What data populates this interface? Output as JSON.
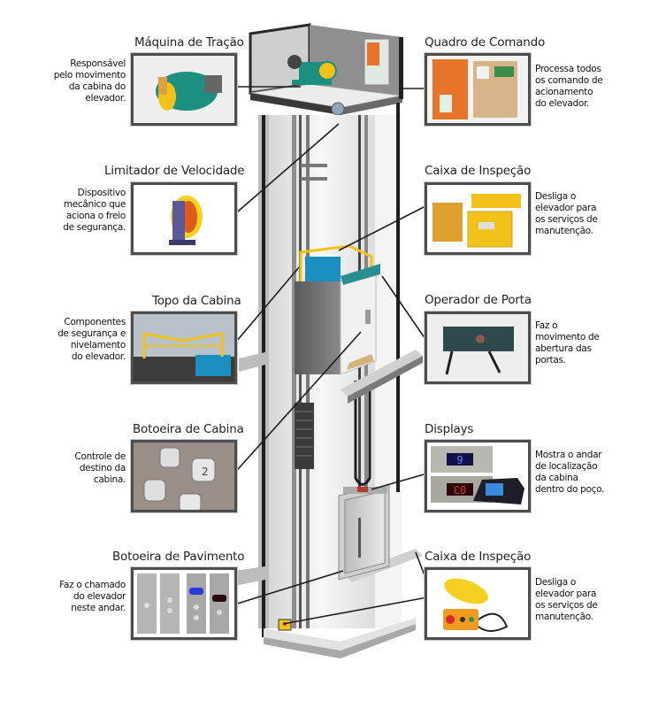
{
  "components": [
    {
      "id": "maquina-tracao",
      "title": "Máquina de Tração",
      "description": [
        "Responsável",
        "pelo movimento",
        "da cabina do",
        "elevador."
      ],
      "side": "left",
      "icon": "traction-machine-icon"
    },
    {
      "id": "quadro-comando",
      "title": "Quadro de Comando",
      "description": [
        "Processa todos",
        "os comando de",
        "acionamento",
        "do elevador."
      ],
      "side": "right",
      "icon": "control-panel-icon"
    },
    {
      "id": "limitador-velocidade",
      "title": "Limitador de Velocidade",
      "description": [
        "Dispositivo",
        "mecânico que",
        "aciona o freio",
        "de segurança."
      ],
      "side": "left",
      "icon": "speed-governor-icon"
    },
    {
      "id": "caixa-inspecao-1",
      "title": "Caixa de Inspeção",
      "description": [
        "Desliga o",
        "elevador para",
        "os serviços de",
        "manutenção."
      ],
      "side": "right",
      "icon": "inspection-box-icon"
    },
    {
      "id": "topo-cabina",
      "title": "Topo da Cabina",
      "description": [
        "Componentes",
        "de segurança e",
        "nivelamento",
        "do elevador."
      ],
      "side": "left",
      "icon": "car-top-icon"
    },
    {
      "id": "operador-porta",
      "title": "Operador de Porta",
      "description": [
        "Faz o",
        "movimento de",
        "abertura das",
        "portas."
      ],
      "side": "right",
      "icon": "door-operator-icon"
    },
    {
      "id": "botoeira-cabina",
      "title": "Botoeira de Cabina",
      "description": [
        "Controle de",
        "destino da",
        "cabina."
      ],
      "side": "left",
      "icon": "car-buttons-icon"
    },
    {
      "id": "displays",
      "title": "Displays",
      "description": [
        "Mostra o andar",
        "de localização",
        "da cabina",
        "dentro do poço."
      ],
      "side": "right",
      "icon": "display-icon",
      "display_values": [
        "9",
        "C0"
      ]
    },
    {
      "id": "botoeira-pavimento",
      "title": "Botoeira de Pavimento",
      "description": [
        "Faz o chamado",
        "do elevador",
        "neste andar."
      ],
      "side": "left",
      "icon": "landing-buttons-icon"
    },
    {
      "id": "caixa-inspecao-2",
      "title": "Caixa de Inspeção",
      "description": [
        "Desliga o",
        "elevador para",
        "os serviços de",
        "manutenção."
      ],
      "side": "right",
      "icon": "pit-inspection-box-icon"
    }
  ],
  "colors": {
    "frame": "#4d4d4d",
    "shaft_wall": "#e6e6e6",
    "cabin": "#6e6e6e",
    "safety_yellow": "#f2c21b",
    "machine_teal": "#1b8f80",
    "panel_orange": "#e8742a",
    "display_blue": "#3a4fd8",
    "display_red": "#d8282a"
  }
}
